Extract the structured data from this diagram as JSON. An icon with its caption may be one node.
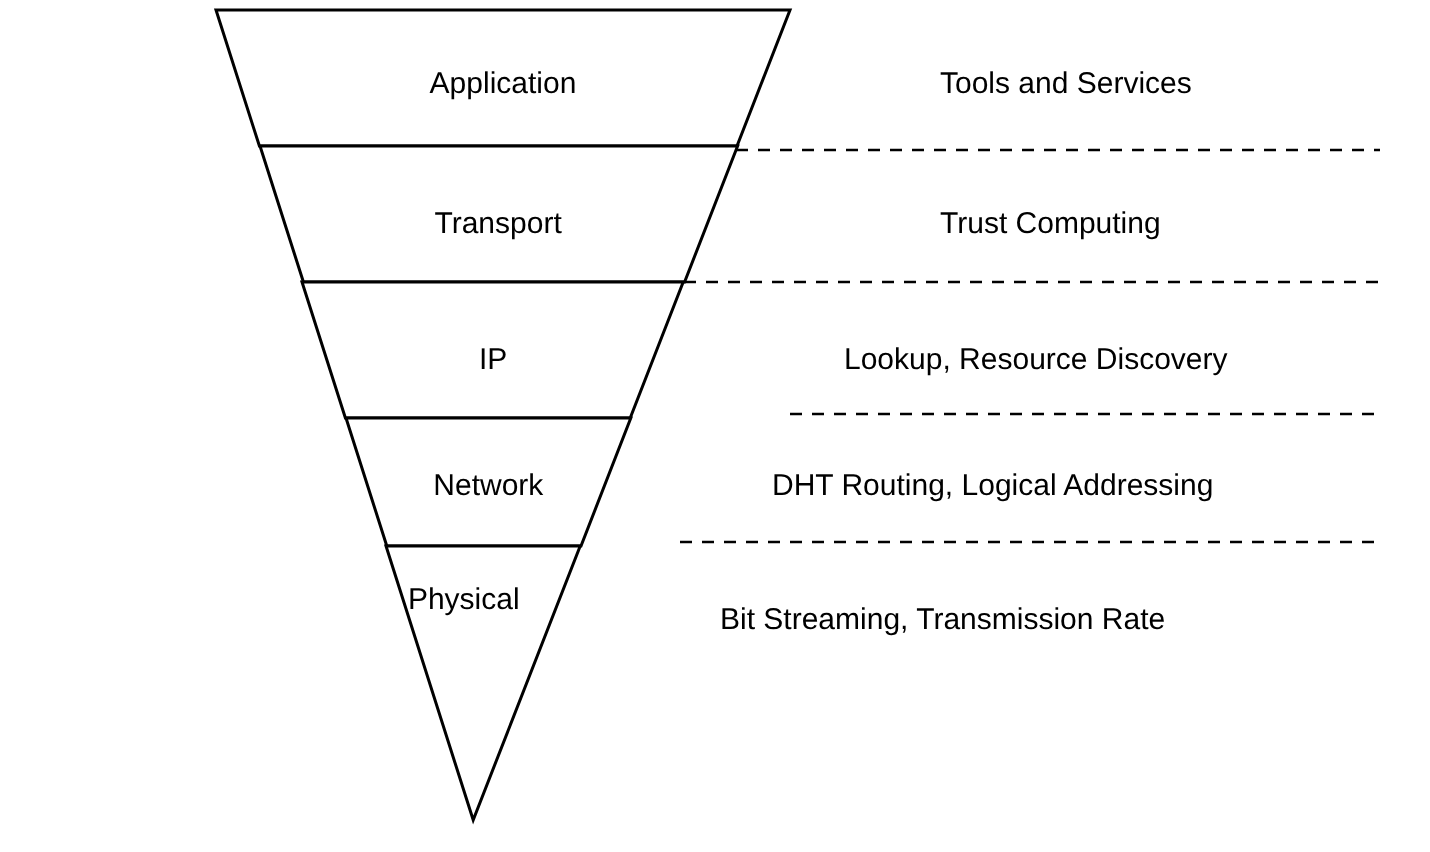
{
  "diagram": {
    "nodes": [
      {
        "text": [
          "Application"
        ]
      },
      {
        "text": [
          "Transport"
        ]
      },
      {
        "text": [
          "IP"
        ]
      },
      {
        "text": [
          "Network"
        ]
      },
      {
        "text": [
          "Physical"
        ]
      }
    ],
    "labels": [
      "Tools and Services",
      "Trust Computing",
      "Lookup, Resource Discovery",
      "DHT Routing, Logical Addressing",
      "Bit Streaming, Transmission Rate"
    ]
  }
}
